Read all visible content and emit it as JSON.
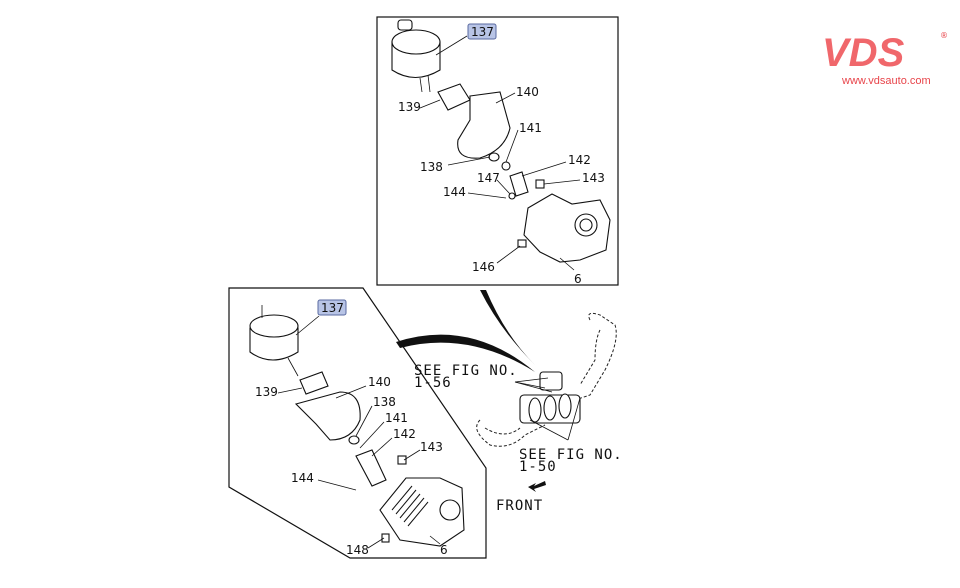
{
  "logo": {
    "brand": "VDS",
    "registered": "®",
    "url": "www.vdsauto.com",
    "color": "#f0676b"
  },
  "top_panel": {
    "labels": {
      "p137": "137",
      "p140": "140",
      "p139": "139",
      "p141": "141",
      "p138": "138",
      "p142": "142",
      "p147": "147",
      "p143": "143",
      "p144": "144",
      "p146": "146",
      "p6": "6"
    }
  },
  "bottom_panel": {
    "labels": {
      "p137": "137",
      "p139": "139",
      "p140": "140",
      "p138": "138",
      "p141": "141",
      "p142": "142",
      "p143": "143",
      "p144": "144",
      "p148": "148",
      "p6": "6"
    }
  },
  "notes": {
    "see_fig_1_line1": "SEE FIG NO.",
    "see_fig_1_line2": "1-56",
    "see_fig_2_line1": "SEE FIG NO.",
    "see_fig_2_line2": "1-50",
    "front": "FRONT"
  },
  "colors": {
    "highlight_badge": "#b8c4e6"
  }
}
